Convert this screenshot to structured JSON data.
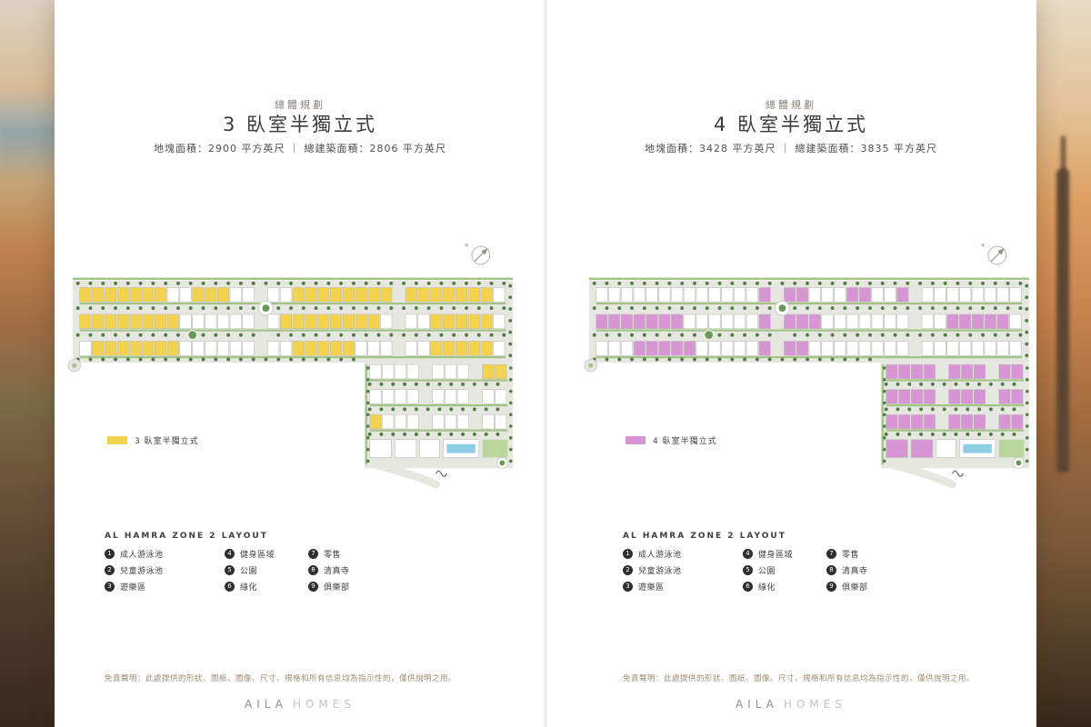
{
  "brand": {
    "logo_primary": "AILA",
    "logo_secondary": "HOMES"
  },
  "panels": [
    {
      "overtitle": "總體規劃",
      "title": "3 臥室半獨立式",
      "specs": "地塊面積：2900 平方英尺 ｜ 總建築面積：2806 平方英尺",
      "legend_label": "3 臥室半獨立式",
      "highlight_color": "#f3d24f"
    },
    {
      "overtitle": "總體規劃",
      "title": "4 臥室半獨立式",
      "specs": "地塊面積：3428 平方英尺 ｜ 總建築面積：3835 平方英尺",
      "legend_label": "4 臥室半獨立式",
      "highlight_color": "#d795d3"
    }
  ],
  "zone_layout": {
    "title": "AL HAMRA ZONE 2 LAYOUT",
    "items": [
      {
        "num": "1",
        "label": "成人游泳池"
      },
      {
        "num": "2",
        "label": "兒童游泳池"
      },
      {
        "num": "3",
        "label": "遊樂區"
      },
      {
        "num": "4",
        "label": "健身區域"
      },
      {
        "num": "5",
        "label": "公園"
      },
      {
        "num": "6",
        "label": "綠化"
      },
      {
        "num": "7",
        "label": "零售"
      },
      {
        "num": "8",
        "label": "清真寺"
      },
      {
        "num": "9",
        "label": "俱樂部"
      }
    ]
  },
  "disclaimer": "免責聲明：此處提供的形狀、圖紙、圖像、尺寸、規格和所有信息均為指示性的，僅供說明之用。",
  "map_colors": {
    "road": "#e7e7e2",
    "block": "#ffffff",
    "tree": "#4f7d44",
    "hedge": "#a3c487",
    "roundabout": "#6b9a58",
    "pool": "#8ecfe6",
    "park": "#b9d69c"
  }
}
